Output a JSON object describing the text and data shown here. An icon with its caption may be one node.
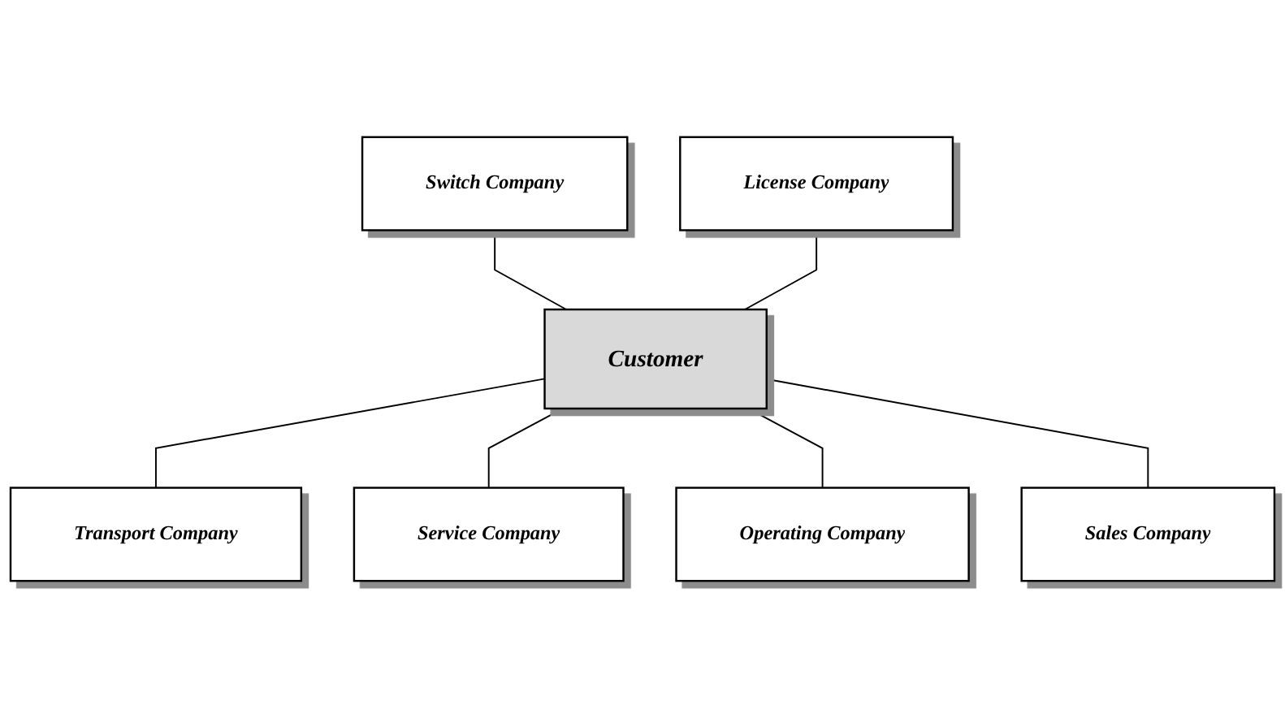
{
  "diagram": {
    "nodes": [
      {
        "text": [
          "Customer"
        ]
      },
      {
        "text": [
          "Switch Company"
        ]
      },
      {
        "text": [
          "License Company"
        ]
      },
      {
        "text": [
          "Transport Company"
        ]
      },
      {
        "text": [
          "Service Company"
        ]
      },
      {
        "text": [
          "Operating Company"
        ]
      },
      {
        "text": [
          "Sales Company"
        ]
      }
    ],
    "edges": [
      {
        "from": 1,
        "to": 0,
        "arrow": "none"
      },
      {
        "from": 2,
        "to": 0,
        "arrow": "none"
      },
      {
        "from": 0,
        "to": 3,
        "arrow": "none"
      },
      {
        "from": 0,
        "to": 4,
        "arrow": "none"
      },
      {
        "from": 0,
        "to": 5,
        "arrow": "none"
      },
      {
        "from": 0,
        "to": 6,
        "arrow": "none"
      }
    ]
  }
}
